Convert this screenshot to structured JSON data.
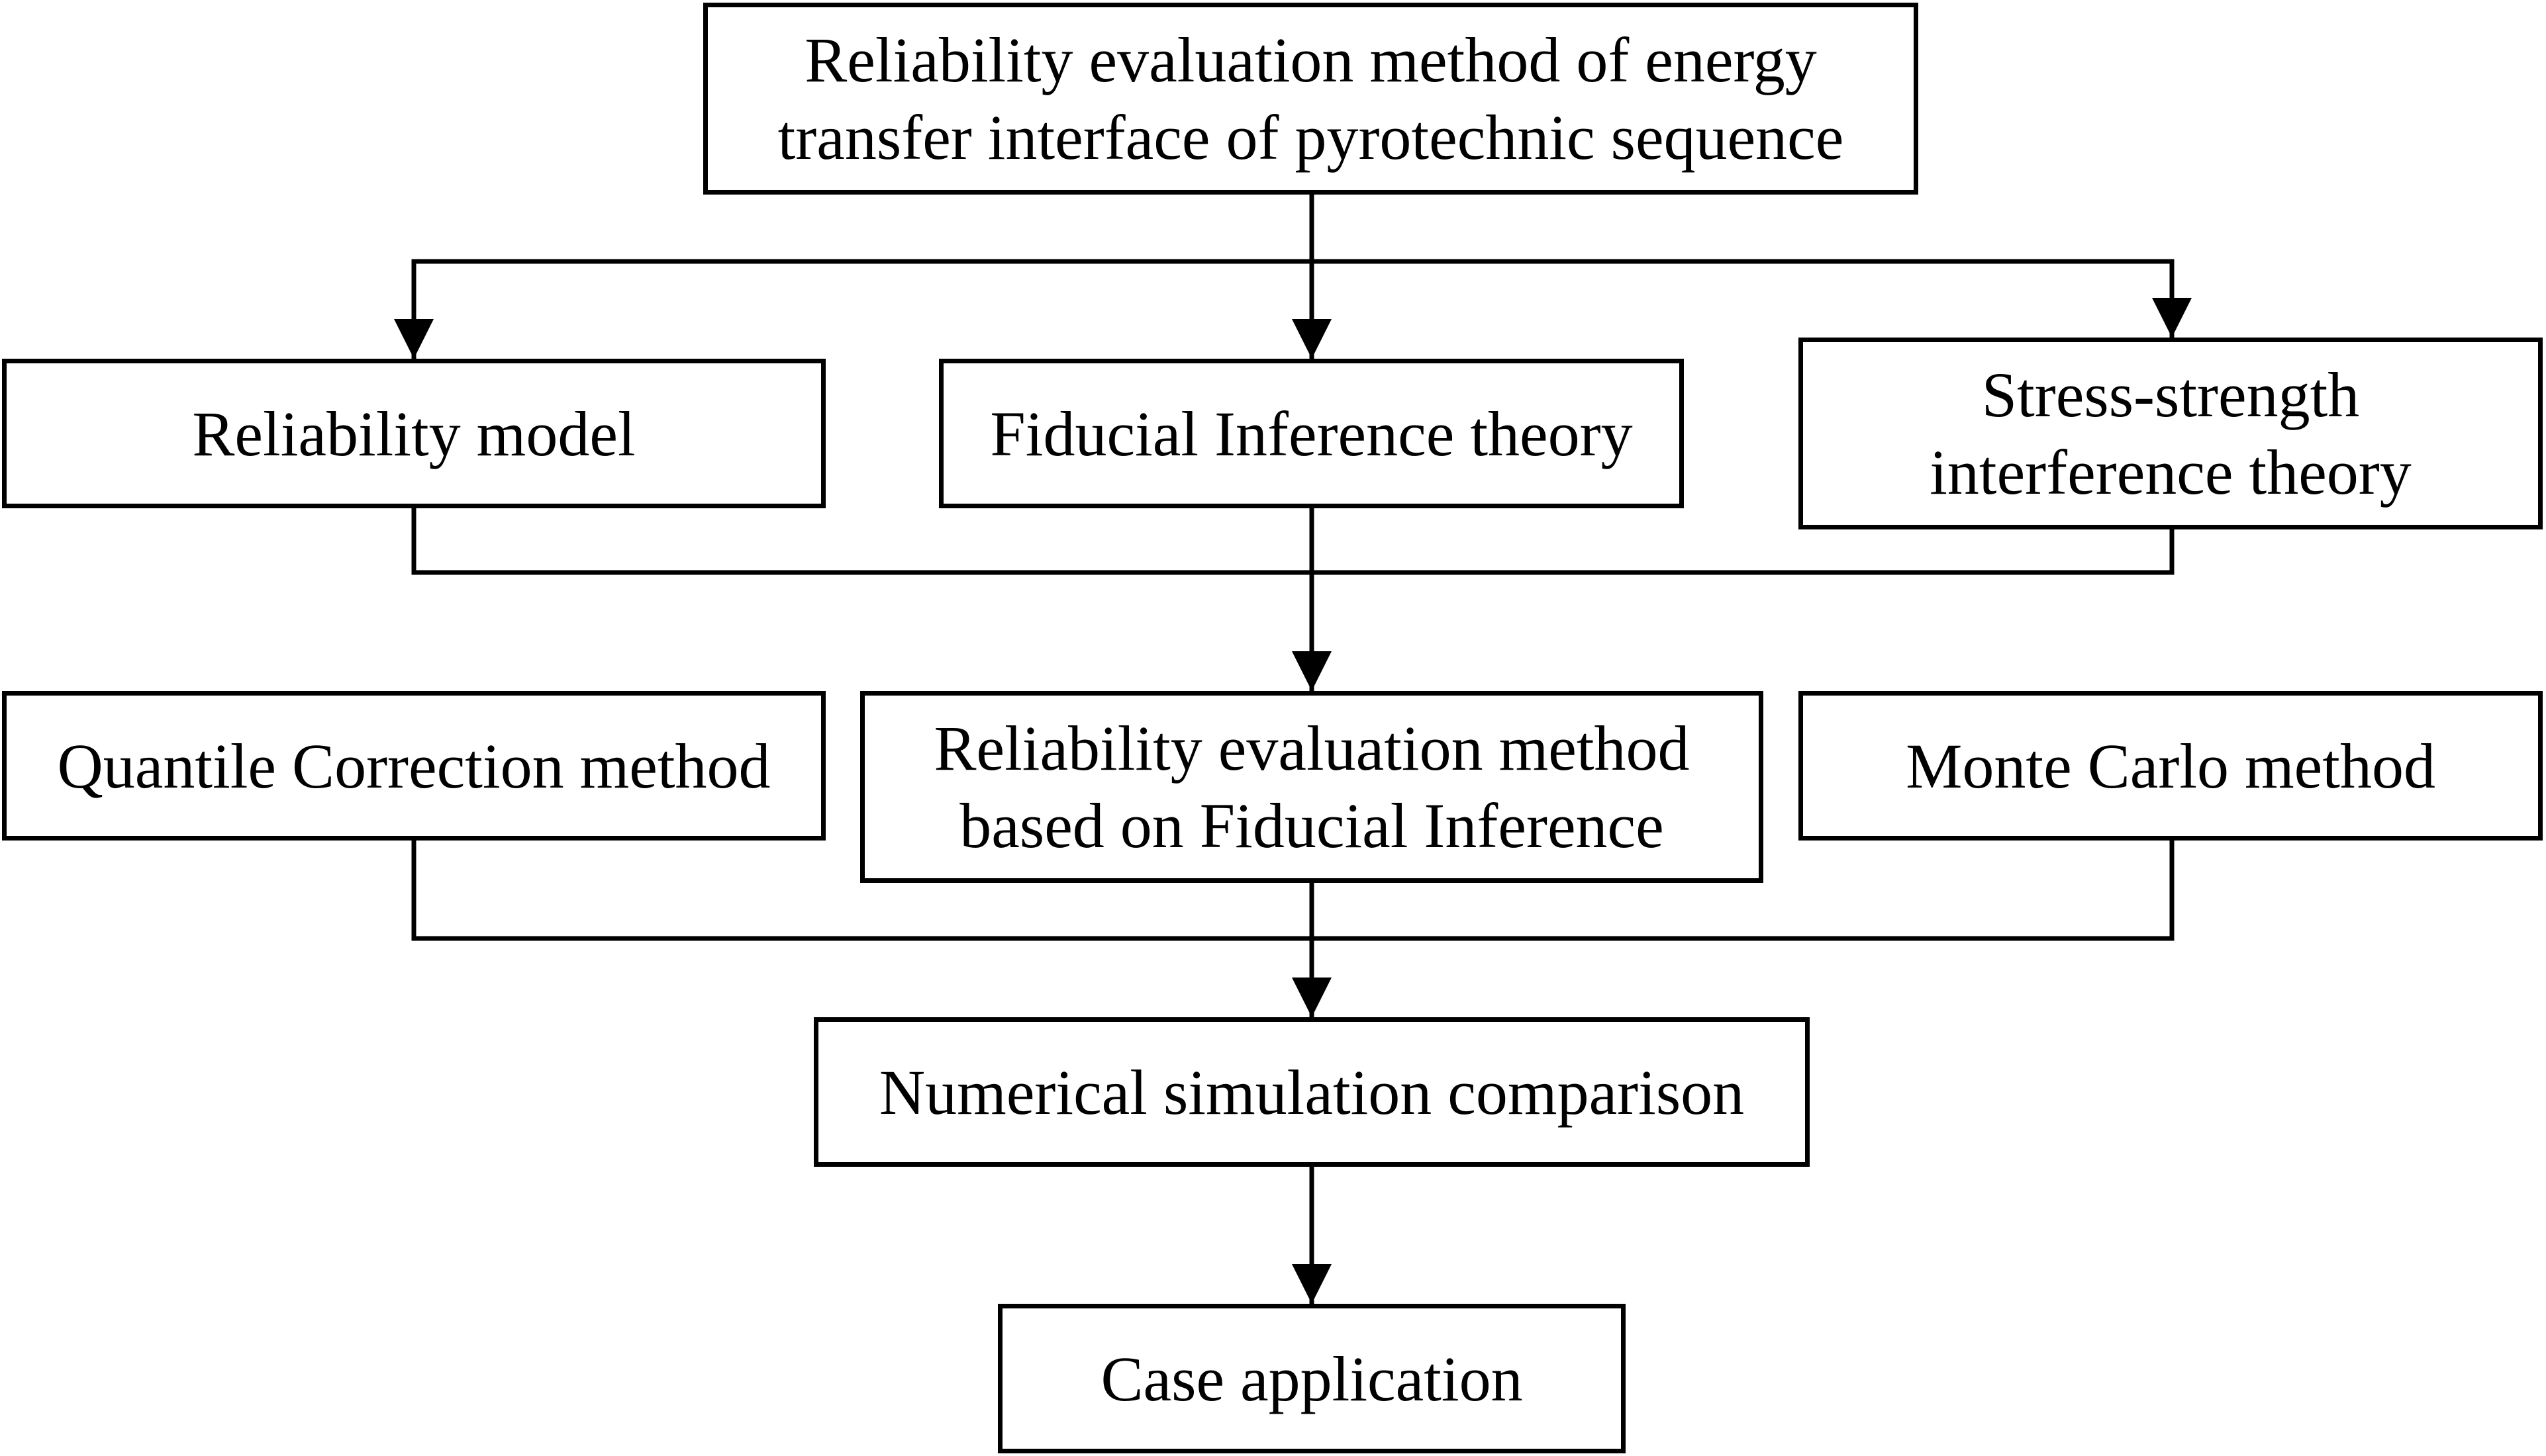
{
  "nodes": {
    "top": {
      "line1": "Reliability evaluation method of energy",
      "line2": "transfer interface of pyrotechnic sequence"
    },
    "reliability_model": "Reliability model",
    "fiducial_inference_theory": "Fiducial Inference theory",
    "stress_strength": {
      "line1": "Stress-strength",
      "line2": "interference theory"
    },
    "quantile_correction": "Quantile Correction method",
    "fiducial_evaluation": {
      "line1": "Reliability evaluation method",
      "line2": "based on Fiducial Inference"
    },
    "monte_carlo": "Monte Carlo method",
    "numerical_simulation": "Numerical simulation comparison",
    "case_application": "Case application"
  },
  "edges": [
    {
      "from": "top",
      "to": "reliability_model"
    },
    {
      "from": "top",
      "to": "fiducial_inference_theory"
    },
    {
      "from": "top",
      "to": "stress_strength"
    },
    {
      "from": "reliability_model",
      "to": "fiducial_evaluation"
    },
    {
      "from": "fiducial_inference_theory",
      "to": "fiducial_evaluation"
    },
    {
      "from": "stress_strength",
      "to": "fiducial_evaluation"
    },
    {
      "from": "quantile_correction",
      "to": "numerical_simulation"
    },
    {
      "from": "fiducial_evaluation",
      "to": "numerical_simulation"
    },
    {
      "from": "monte_carlo",
      "to": "numerical_simulation"
    },
    {
      "from": "numerical_simulation",
      "to": "case_application"
    }
  ],
  "colors": {
    "stroke": "#000000",
    "background": "#ffffff"
  }
}
